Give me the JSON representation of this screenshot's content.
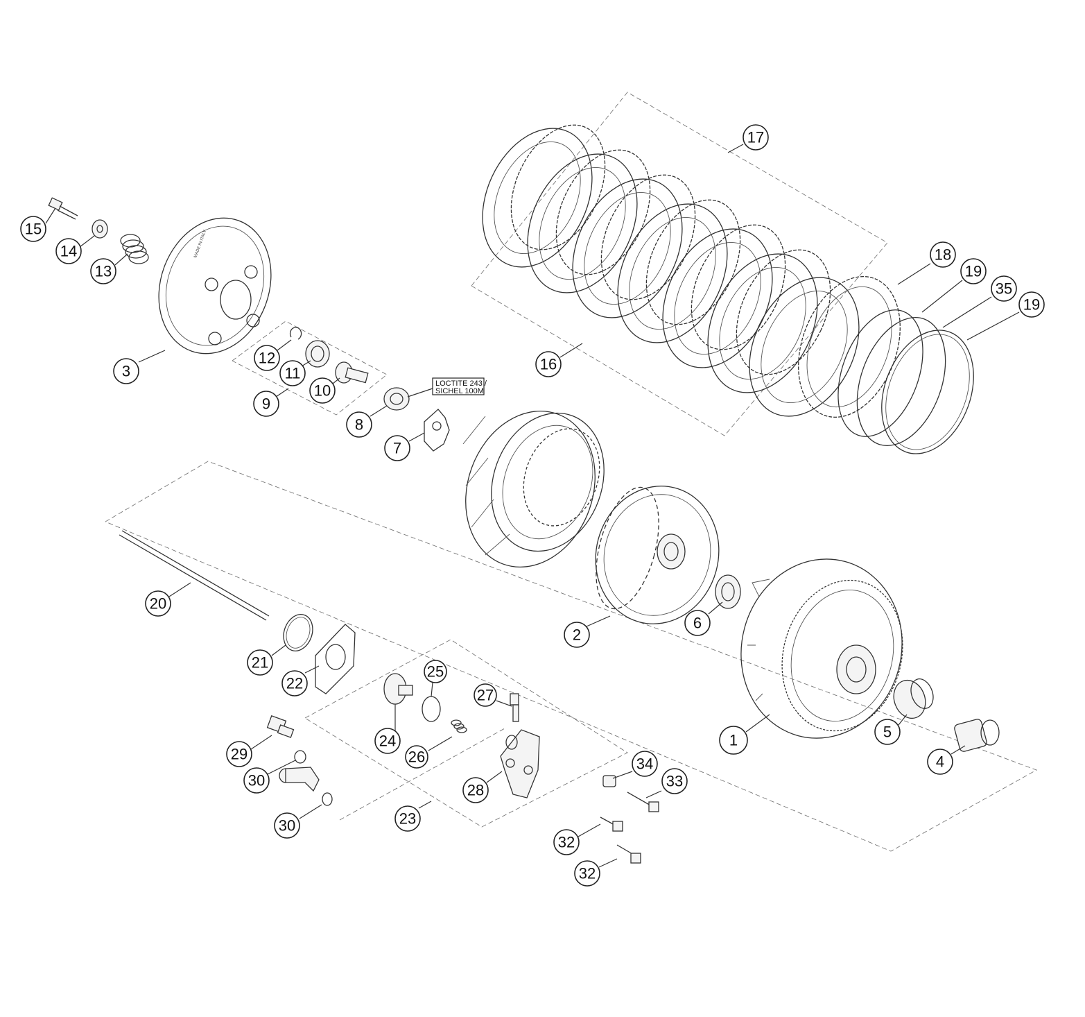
{
  "callouts": [
    {
      "id": "1",
      "label": "1"
    },
    {
      "id": "2",
      "label": "2"
    },
    {
      "id": "3",
      "label": "3"
    },
    {
      "id": "4",
      "label": "4"
    },
    {
      "id": "5",
      "label": "5"
    },
    {
      "id": "6",
      "label": "6"
    },
    {
      "id": "7",
      "label": "7"
    },
    {
      "id": "8",
      "label": "8"
    },
    {
      "id": "9",
      "label": "9"
    },
    {
      "id": "10",
      "label": "10"
    },
    {
      "id": "11",
      "label": "11"
    },
    {
      "id": "12",
      "label": "12"
    },
    {
      "id": "13",
      "label": "13"
    },
    {
      "id": "14",
      "label": "14"
    },
    {
      "id": "15",
      "label": "15"
    },
    {
      "id": "16",
      "label": "16"
    },
    {
      "id": "17",
      "label": "17"
    },
    {
      "id": "18",
      "label": "18"
    },
    {
      "id": "19a",
      "label": "19"
    },
    {
      "id": "35",
      "label": "35"
    },
    {
      "id": "19b",
      "label": "19"
    },
    {
      "id": "20",
      "label": "20"
    },
    {
      "id": "21",
      "label": "21"
    },
    {
      "id": "22",
      "label": "22"
    },
    {
      "id": "23",
      "label": "23"
    },
    {
      "id": "24",
      "label": "24"
    },
    {
      "id": "25",
      "label": "25"
    },
    {
      "id": "26",
      "label": "26"
    },
    {
      "id": "27",
      "label": "27"
    },
    {
      "id": "28",
      "label": "28"
    },
    {
      "id": "29",
      "label": "29"
    },
    {
      "id": "30a",
      "label": "30"
    },
    {
      "id": "30b",
      "label": "30"
    },
    {
      "id": "32a",
      "label": "32"
    },
    {
      "id": "32b",
      "label": "32"
    },
    {
      "id": "33",
      "label": "33"
    },
    {
      "id": "34",
      "label": "34"
    }
  ],
  "note": {
    "line1": "LOCTITE 243 /",
    "line2": "SICHEL 100M"
  },
  "plate_marking": "MADE IN ITALY"
}
